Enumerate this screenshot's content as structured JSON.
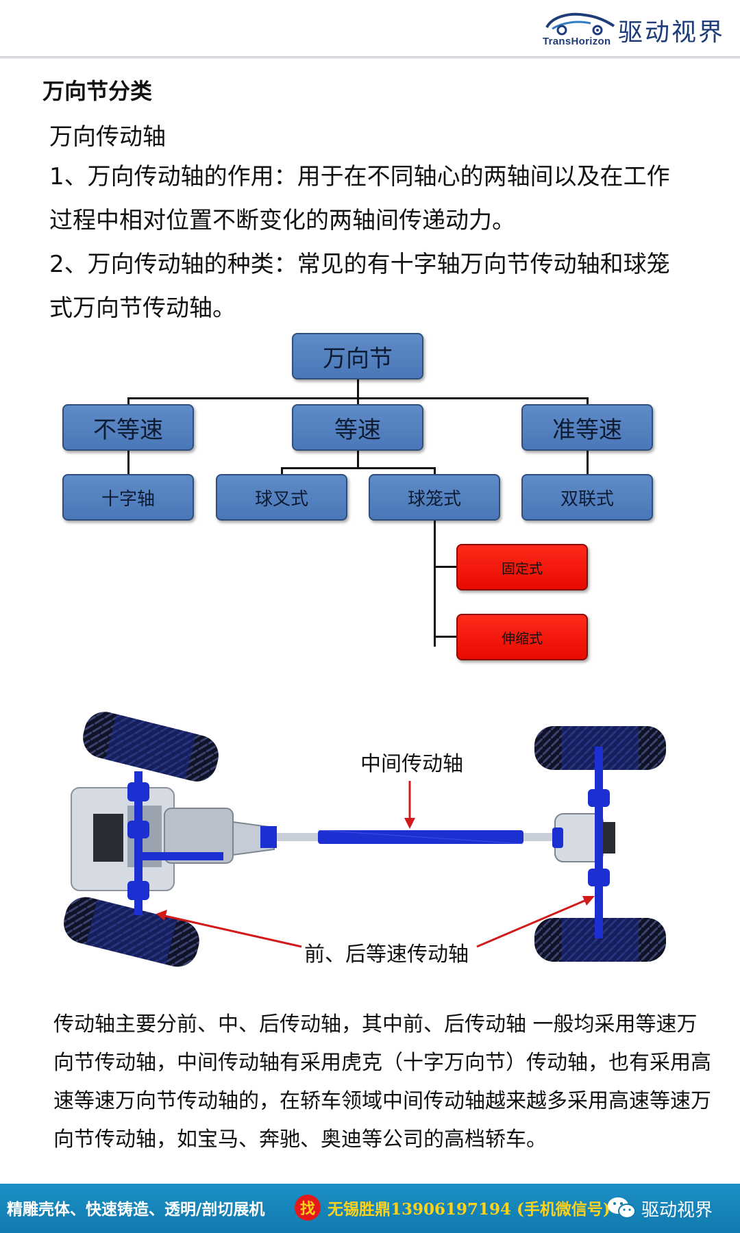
{
  "header": {
    "logo_en": "TransHorizon",
    "logo_cn": "驱动视界"
  },
  "title": "万向节分类",
  "subtitle": "万向传动轴",
  "paragraphs": [
    "1、万向传动轴的作用：用于在不同轴心的两轴间以及在工作过程中相对位置不断变化的两轴间传递动力。",
    "2、万向传动轴的种类：常见的有十字轴万向节传动轴和球笼式万向节传动轴。"
  ],
  "tree": {
    "root": "万向节",
    "level1": [
      "不等速",
      "等速",
      "准等速"
    ],
    "level2": [
      "十字轴",
      "球叉式",
      "球笼式",
      "双联式"
    ],
    "level3": [
      "固定式",
      "伸缩式"
    ],
    "colors": {
      "node_blue": "#4a77b8",
      "node_red": "#e80a00"
    }
  },
  "illustration": {
    "label_middle": "中间传动轴",
    "label_cv": "前、后等速传动轴",
    "colors": {
      "shaft": "#1c2fd0",
      "tire": "#0e1024",
      "arrow": "#d11a1a"
    }
  },
  "summary": "传动轴主要分前、中、后传动轴，其中前、后传动轴 一般均采用等速万向节传动轴，中间传动轴有采用虎克（十字万向节）传动轴，也有采用高速等速万向节传动轴的，在轿车领域中间传动轴越来越多采用高速等速万向节传动轴，如宝马、奔驰、奥迪等公司的高档轿车。",
  "footer": {
    "left_text": "精雕壳体、快速铸造、透明/剖切展机",
    "badge": "找",
    "contact": "无锡胜鼎13906197194 (手机微信号)",
    "brand": "驱动视界",
    "colors": {
      "band": "#1b8fc4",
      "contact": "#ffd21a"
    }
  }
}
